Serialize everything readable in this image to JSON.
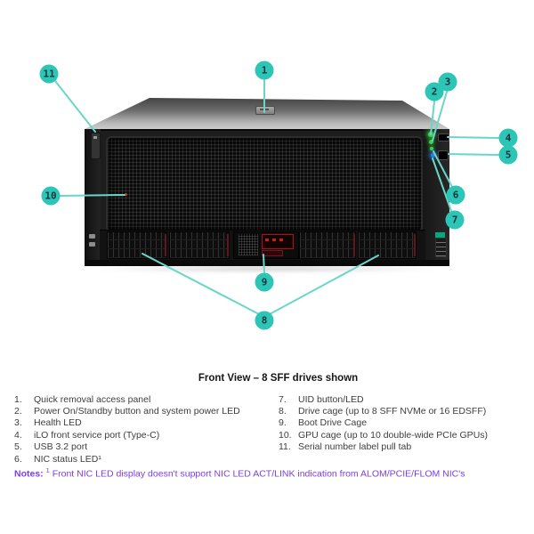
{
  "diagram": {
    "callouts": [
      "1",
      "2",
      "3",
      "4",
      "5",
      "6",
      "7",
      "8",
      "9",
      "10",
      "11"
    ],
    "parts": {
      "grille_led": "red-indicator",
      "power_led": "green",
      "health_led": "green",
      "nic_led": "green",
      "uid_led": "blue"
    }
  },
  "legend": {
    "title": "Front View – 8 SFF drives shown",
    "left": [
      {
        "num": "1.",
        "text": "Quick removal access panel"
      },
      {
        "num": "2.",
        "text": "Power On/Standby button and system power LED"
      },
      {
        "num": "3.",
        "text": "Health LED"
      },
      {
        "num": "4.",
        "text": "iLO front service port (Type-C)"
      },
      {
        "num": "5.",
        "text": "USB 3.2 port"
      },
      {
        "num": "6.",
        "text": "NIC status LED¹"
      }
    ],
    "right": [
      {
        "num": "7.",
        "text": "UID button/LED"
      },
      {
        "num": "8.",
        "text": "Drive cage (up to 8 SFF NVMe or 16 EDSFF)"
      },
      {
        "num": "9.",
        "text": "Boot Drive Cage"
      },
      {
        "num": "10.",
        "text": "GPU cage (up to 10 double-wide PCIe GPUs)"
      },
      {
        "num": "11.",
        "text": "Serial number label pull tab"
      }
    ]
  },
  "notes": {
    "label": "Notes:",
    "sup": "1",
    "text": "Front NIC LED display doesn't support NIC LED ACT/LINK indication from ALOM/PCIE/FLOM NIC's"
  },
  "colors": {
    "callout": "#2cc5b6",
    "leader": "#6ad6c8",
    "callout_num": "#11343c",
    "notes": "#7c3fe4",
    "led_green": "#3ad24b",
    "led_blue": "#2e7de0",
    "accent_red": "#e8231a",
    "sticker_green": "#01a982"
  }
}
